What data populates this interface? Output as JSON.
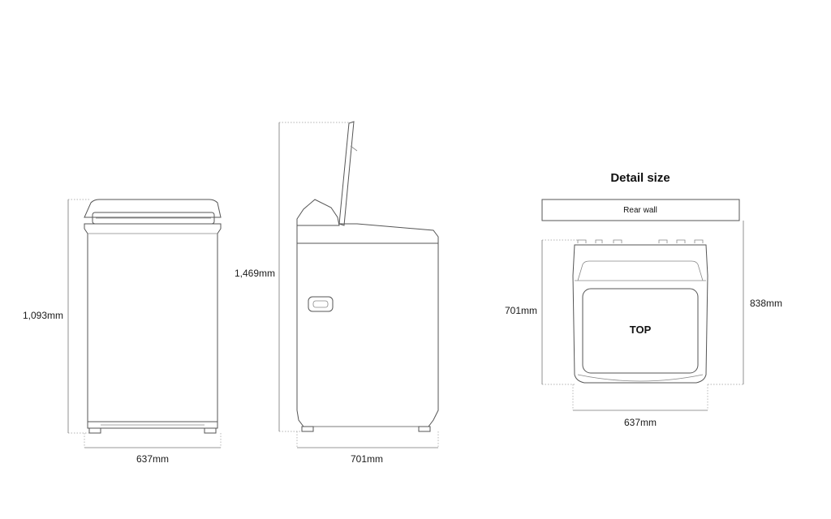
{
  "front_view": {
    "height_label": "1,093mm",
    "width_label": "637mm"
  },
  "side_view": {
    "height_label": "1,469mm",
    "depth_label": "701mm"
  },
  "detail": {
    "title": "Detail size",
    "rear_wall_label": "Rear wall",
    "top_label": "TOP",
    "left_depth_label": "701mm",
    "right_depth_label": "838mm",
    "width_label": "637mm"
  },
  "colors": {
    "line": "#555555",
    "text": "#1a1a1a",
    "background": "#ffffff"
  }
}
